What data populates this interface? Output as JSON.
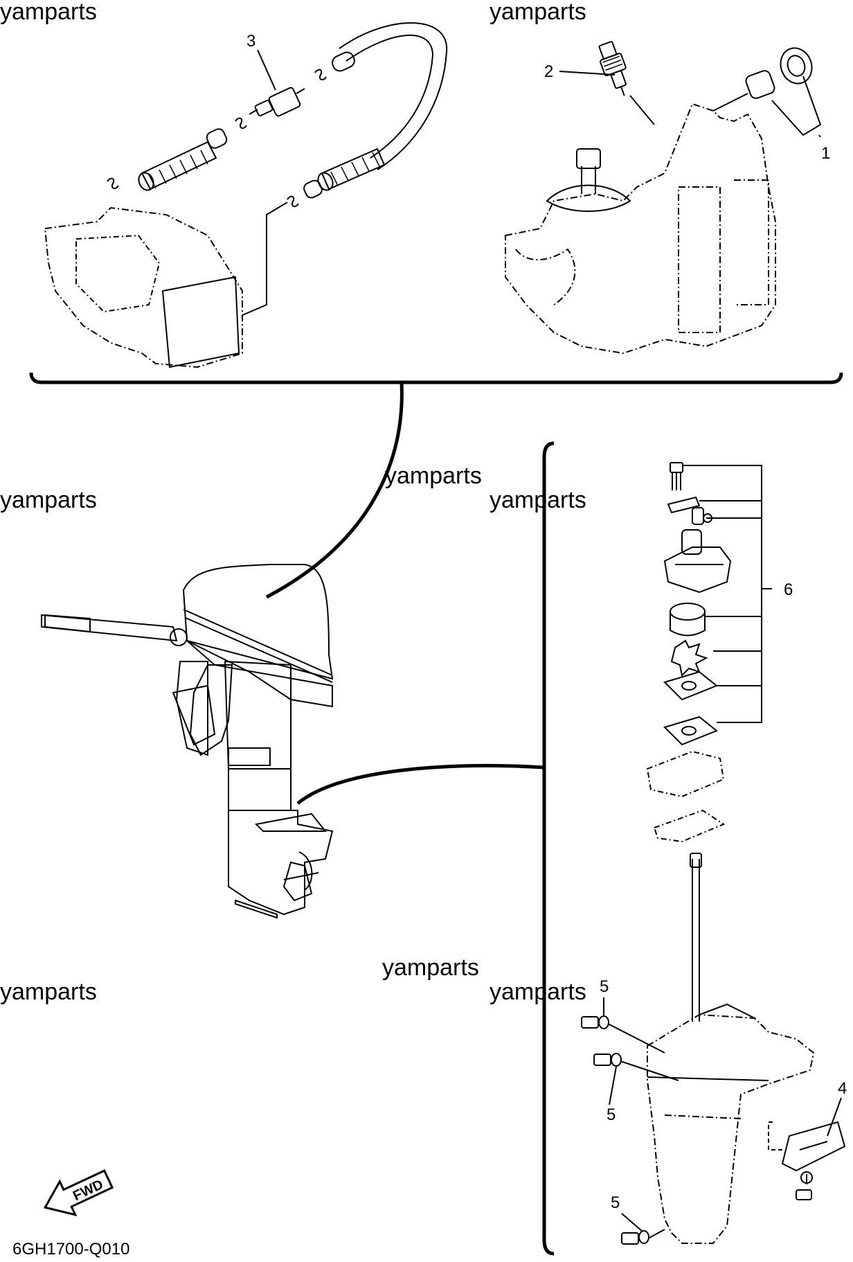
{
  "watermarks": [
    "yamparts",
    "yamparts",
    "yamparts",
    "yamparts",
    "yamparts",
    "yamparts",
    "yamparts",
    "yamparts"
  ],
  "callouts": [
    "1",
    "2",
    "3",
    "4",
    "5",
    "5",
    "5",
    "6"
  ],
  "fwd_label": "FWD",
  "drawing_code": "6GH1700-Q010"
}
